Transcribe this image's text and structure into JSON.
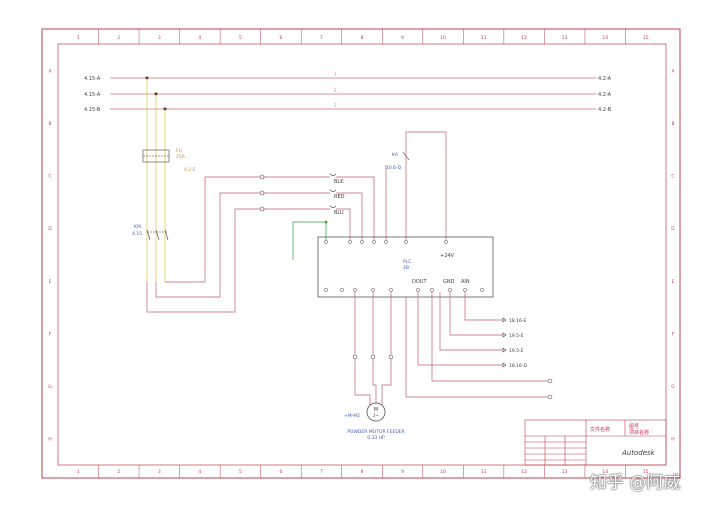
{
  "colors": {
    "frame": "#c04050",
    "wire": "#c06070",
    "bus_red": "#d07070",
    "bus_yellow": "#d8c830",
    "green": "#30a030",
    "blue_text": "#4060c0",
    "orange_text": "#d09030",
    "dark": "#404040",
    "magenta": "#c03060"
  },
  "frame": {
    "col_numbers": [
      "1",
      "2",
      "3",
      "4",
      "5",
      "6",
      "7",
      "8",
      "9",
      "10",
      "11",
      "12",
      "13",
      "14",
      "15"
    ],
    "row_letters": [
      "A",
      "B",
      "C",
      "D",
      "E",
      "F",
      "G",
      "H"
    ]
  },
  "buses": {
    "inputs": [
      "4.15-A",
      "4.15-A",
      "4.15-B"
    ],
    "outputs": [
      "4.2-A",
      "4.2-A",
      "4.2-B"
    ],
    "wire_numbers": [
      "1",
      "2",
      "3"
    ]
  },
  "labels": {
    "fuse_id": "FU",
    "fuse_rating": "25A",
    "fuse_ref": "4.2-E",
    "contactor": "KM",
    "contactor_ref": "4.15",
    "relay": "KA",
    "relay_ref": "10.6-D",
    "blk": "BLK",
    "red": "RED",
    "blu": "BLU",
    "v24": "+24V",
    "cpu_id": "PLC",
    "cpu_ref": "4B",
    "dout": "DOUT",
    "gnd": "GND",
    "ain": "AIN",
    "motor_symbol": "M",
    "motor_phase": "3~",
    "motor_name": "POWDER MOTOR FEEDER",
    "motor_power": "0.33 HP",
    "motor_tag": "+M-M2"
  },
  "right_refs": [
    "18.16-E",
    "19.5-E",
    "19.5-E",
    "18.16-D"
  ],
  "title_block": {
    "company_lines": [
      "文件名称",
      "图号",
      "项目名称"
    ],
    "brand": "Autodesk"
  },
  "watermark": "知乎 @阿威"
}
